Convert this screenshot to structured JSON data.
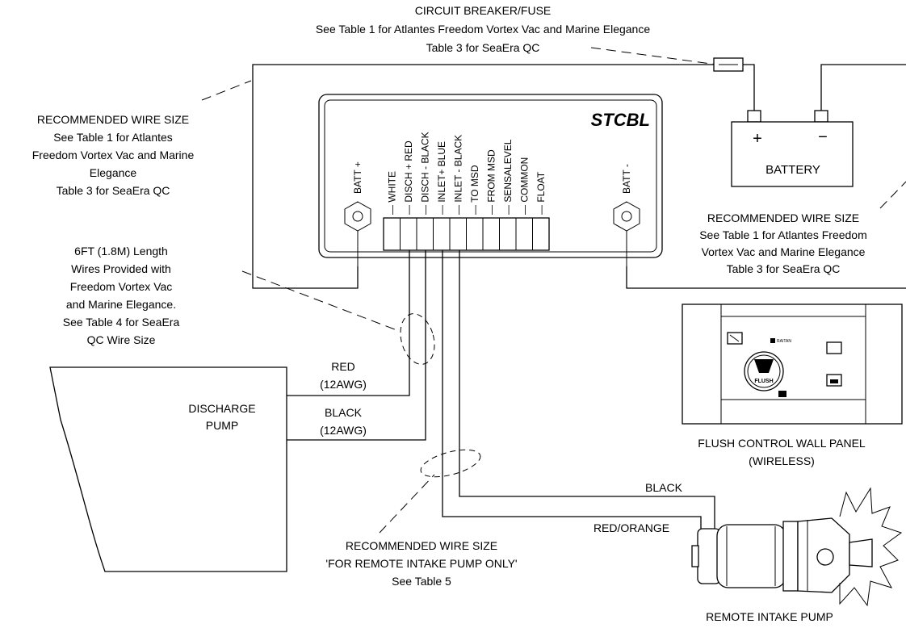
{
  "controller": {
    "model": "STCBL",
    "batt_pos_label": "BATT +",
    "batt_neg_label": "BATT -",
    "terminals": [
      "WHITE",
      "DISCH + RED",
      "DISCH - BLACK",
      "INLET+ BLUE",
      "INLET - BLACK",
      "TO MSD",
      "FROM MSD",
      "SENSALEVEL",
      "COMMON",
      "FLOAT"
    ]
  },
  "breaker": {
    "lines": [
      "CIRCUIT BREAKER/FUSE",
      "See Table 1 for Atlantes Freedom Vortex Vac and Marine Elegance",
      "Table 3 for SeaEra QC"
    ]
  },
  "battery": {
    "label": "BATTERY",
    "plus": "+",
    "minus": "−"
  },
  "wire_size_left": {
    "lines": [
      "RECOMMENDED WIRE SIZE",
      "See Table 1 for Atlantes",
      "Freedom Vortex Vac and Marine",
      "Elegance",
      "Table 3 for SeaEra QC"
    ]
  },
  "wire_size_right": {
    "lines": [
      "RECOMMENDED WIRE SIZE",
      "See Table 1 for Atlantes Freedom",
      "Vortex Vac and Marine Elegance",
      "Table 3 for SeaEra QC"
    ]
  },
  "length_note": {
    "lines": [
      "6FT (1.8M) Length",
      "Wires Provided with",
      "Freedom Vortex Vac",
      "and Marine Elegance.",
      "See Table 4 for SeaEra",
      "QC Wire Size"
    ]
  },
  "discharge_wires": {
    "red": "RED",
    "red_gauge": "(12AWG)",
    "black": "BLACK",
    "black_gauge": "(12AWG)"
  },
  "discharge_pump": {
    "lines": [
      "DISCHARGE",
      "PUMP"
    ]
  },
  "remote_wire_size": {
    "lines": [
      "RECOMMENDED WIRE SIZE",
      "'FOR REMOTE INTAKE PUMP ONLY'",
      "See Table 5"
    ]
  },
  "intake_wires": {
    "black": "BLACK",
    "red_orange": "RED/ORANGE"
  },
  "intake_pump": {
    "label": "REMOTE INTAKE PUMP"
  },
  "wall_panel": {
    "lines": [
      "FLUSH CONTROL WALL PANEL",
      "(WIRELESS)"
    ],
    "brand": "RAITAN",
    "flush_label": "FLUSH"
  }
}
